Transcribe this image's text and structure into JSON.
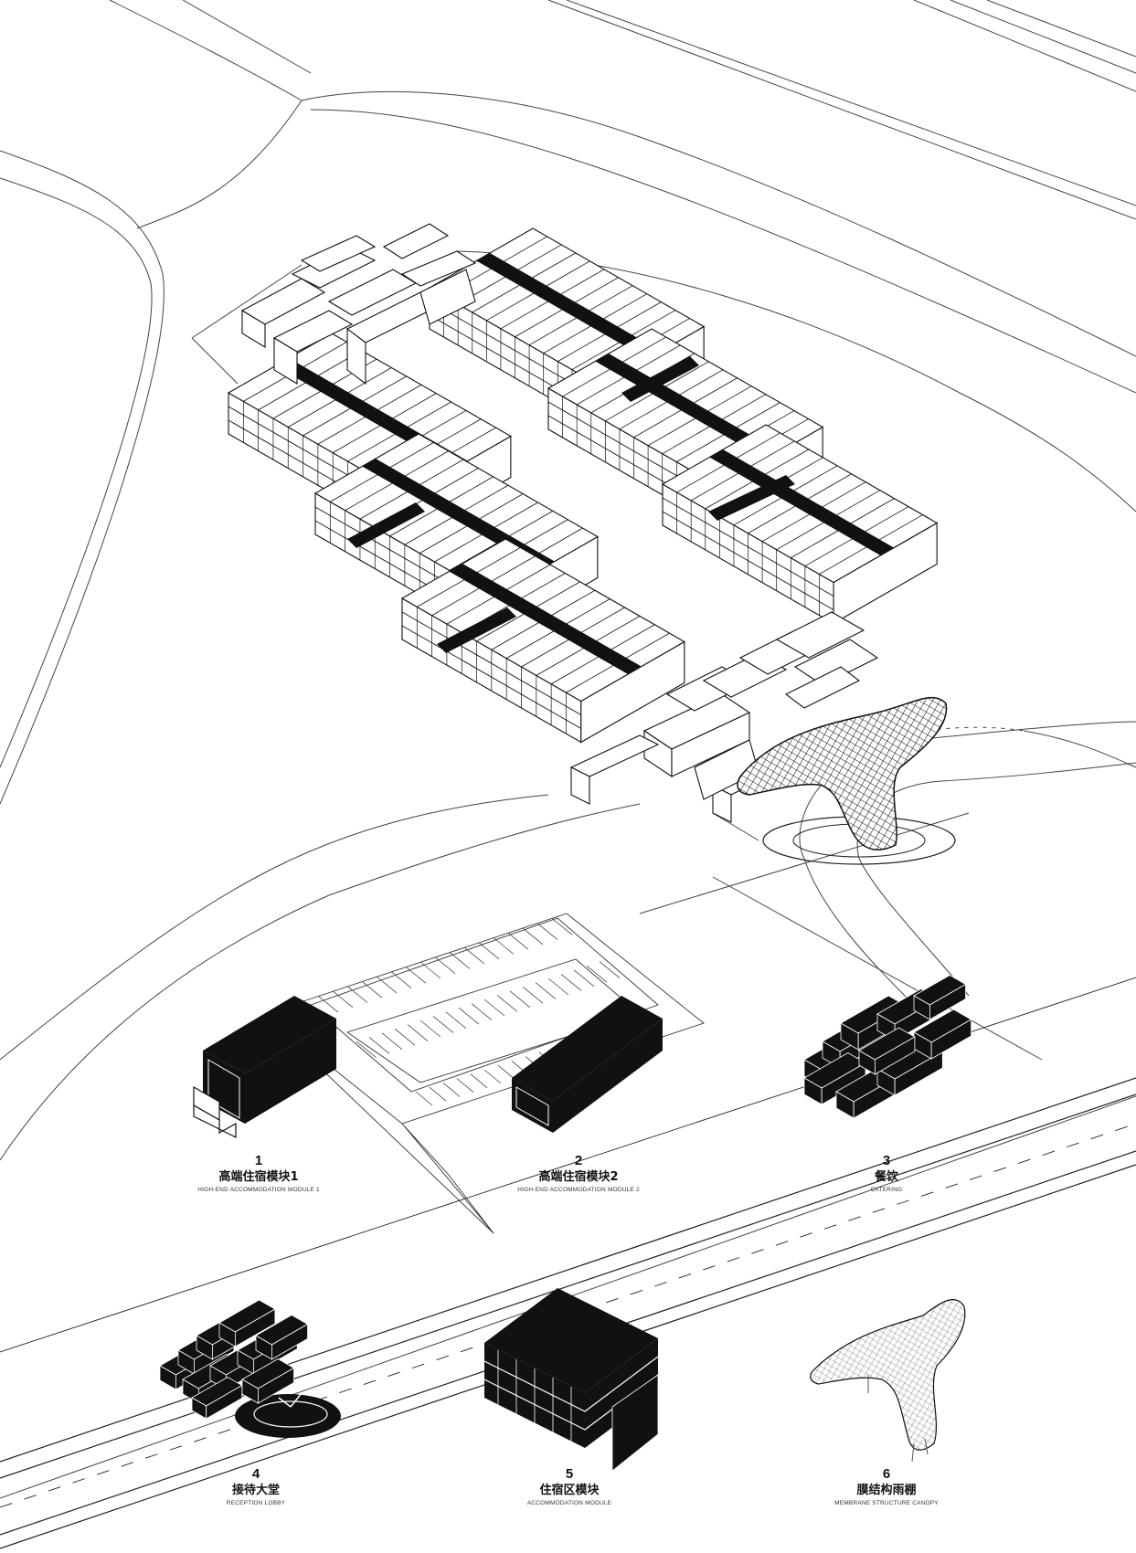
{
  "legend": [
    {
      "num": "1",
      "cn": "高端住宿模块1",
      "en": "HIGH-END ACCOMMODATION MODULE 1",
      "icon": "container-module-1-icon"
    },
    {
      "num": "2",
      "cn": "高端住宿模块2",
      "en": "HIGH-END ACCOMMODATION MODULE 2",
      "icon": "container-module-2-icon"
    },
    {
      "num": "3",
      "cn": "餐饮",
      "en": "CATERING",
      "icon": "catering-cluster-icon"
    },
    {
      "num": "4",
      "cn": "接待大堂",
      "en": "RECEPTION LOBBY",
      "icon": "reception-lobby-icon"
    },
    {
      "num": "5",
      "cn": "住宿区模块",
      "en": "ACCOMMODATION MODULE",
      "icon": "accommodation-block-icon"
    },
    {
      "num": "6",
      "cn": "膜结构雨棚",
      "en": "MEMBRANE STRUCTURE CANOPY",
      "icon": "membrane-canopy-icon"
    }
  ],
  "colors": {
    "ink": "#111111",
    "line": "#555555",
    "paper": "#ffffff"
  }
}
